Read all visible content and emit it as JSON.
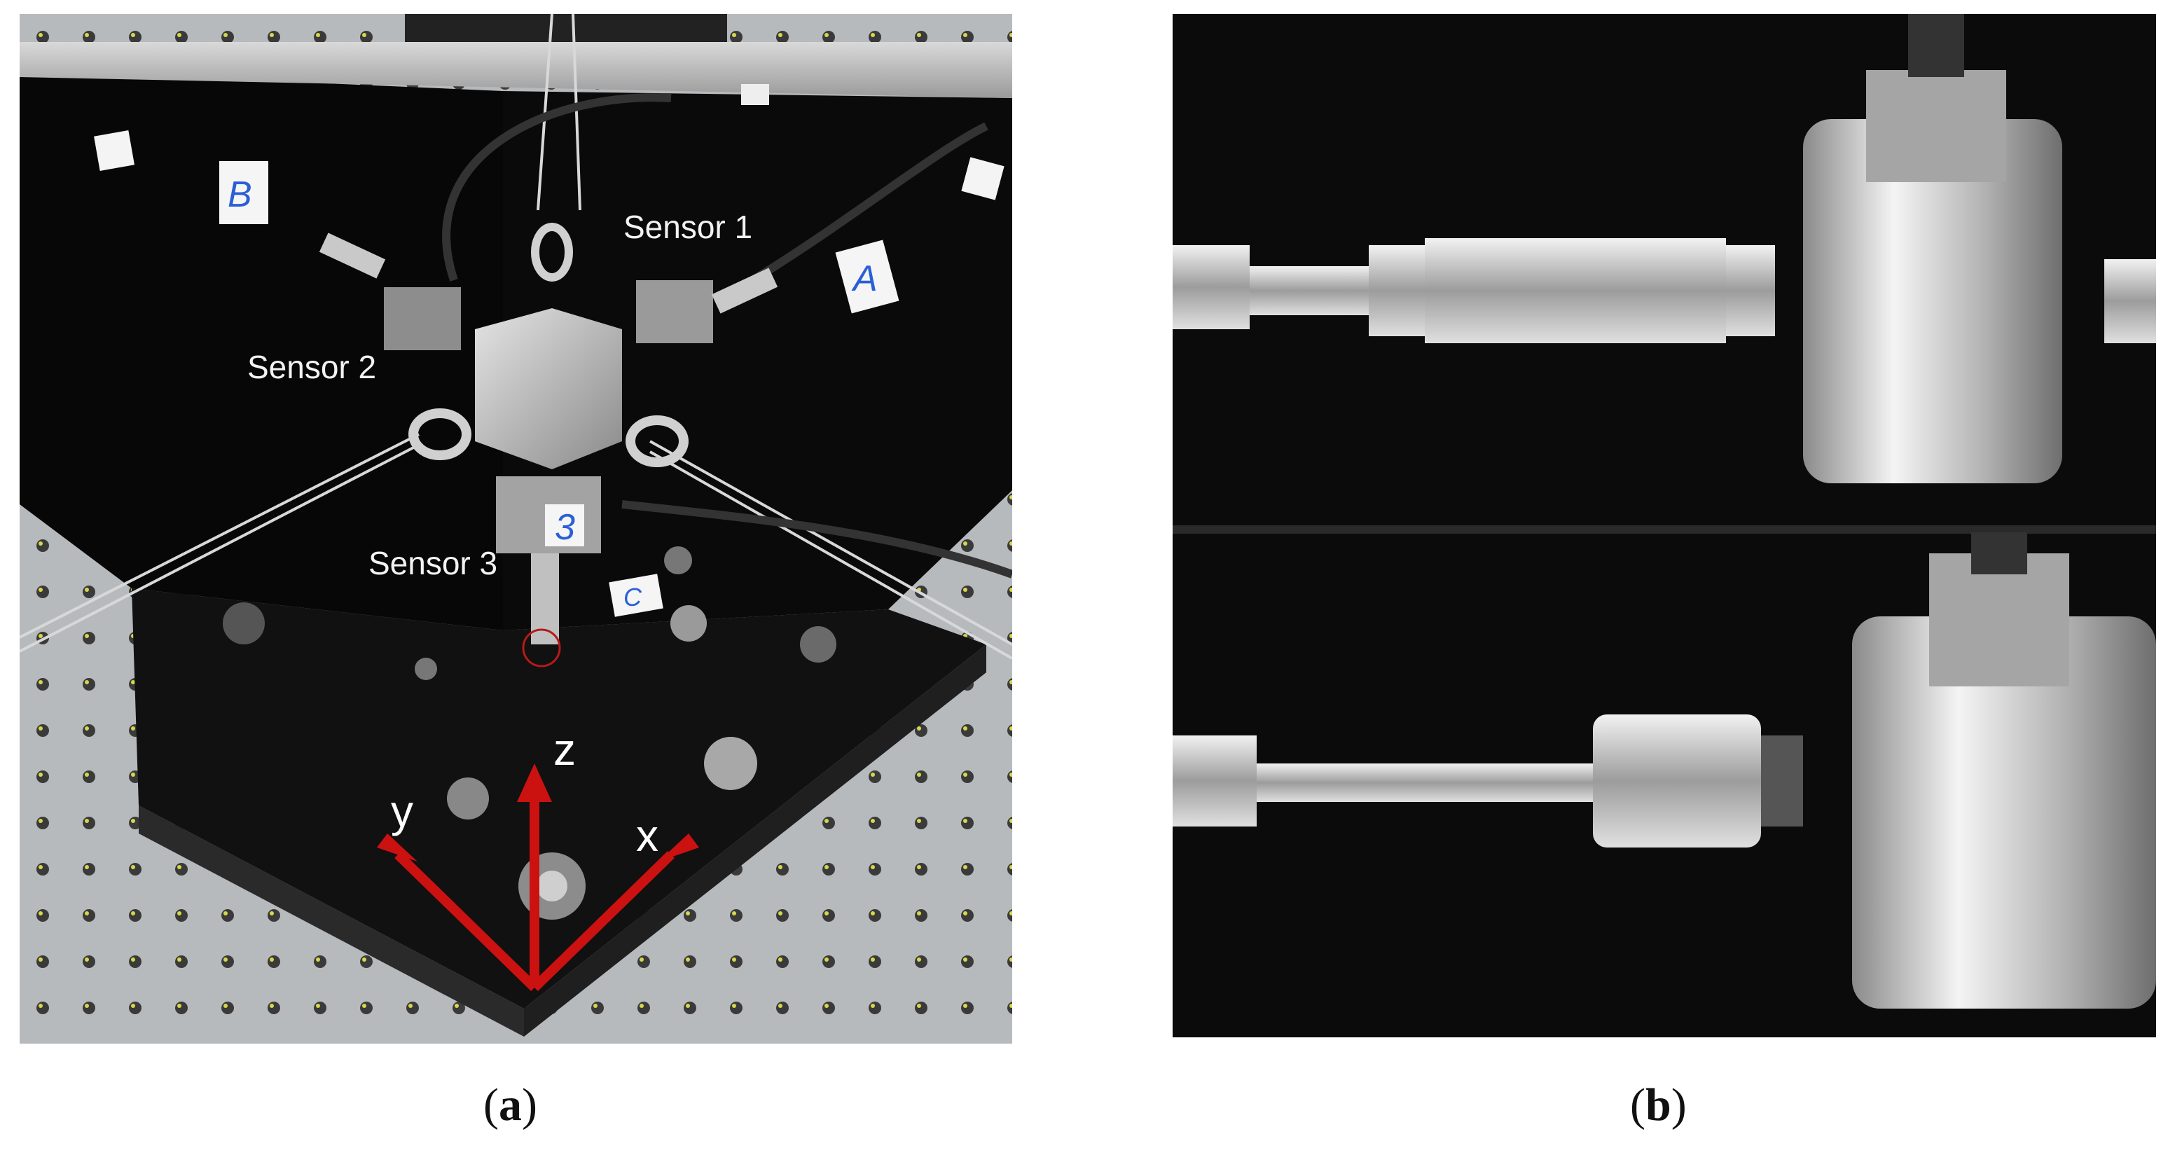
{
  "figure": {
    "panel_a": {
      "caption_open": "(",
      "caption_letter": "a",
      "caption_close": ")",
      "labels": {
        "sensor_1": "Sensor 1",
        "sensor_2": "Sensor 2",
        "sensor_3": "Sensor 3",
        "tag_a": "A",
        "tag_b": "B",
        "tag_c": "C",
        "tag_3": "3"
      },
      "axes": {
        "x": "x",
        "y": "y",
        "z": "z"
      },
      "colors": {
        "axis_arrows": "#cc1111",
        "backdrop": "#050505",
        "table": "#b9bcbf"
      }
    },
    "panel_b": {
      "caption_open": "(",
      "caption_letter": "b",
      "caption_close": ")",
      "colors": {
        "backdrop": "#0b0b0b",
        "metal": "#c8c8c8"
      }
    }
  }
}
